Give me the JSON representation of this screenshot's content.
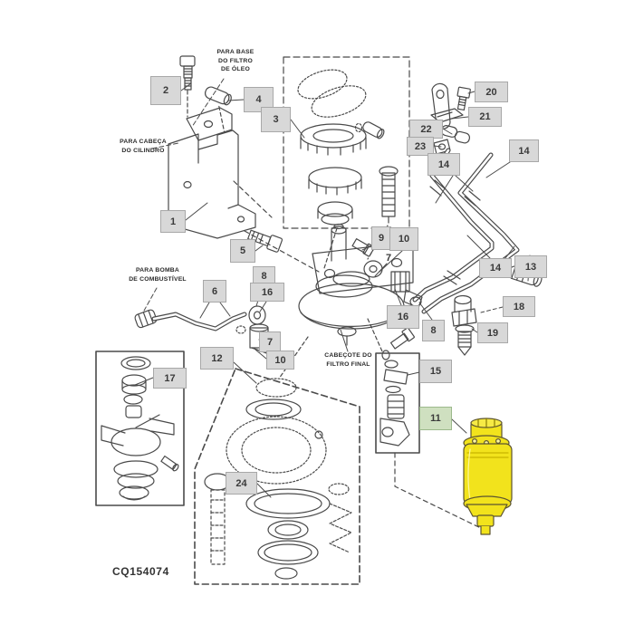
{
  "annotations": {
    "para_base_filtro_oleo": "PARA BASE\nDO FILTRO\nDE ÓLEO",
    "para_cabeca_cilindro": "PARA CABEÇA\nDO CILINDRO",
    "para_bomba_combustivel": "PARA BOMBA\nDE COMBUSTÍVEL",
    "cabecote_filtro_final": "CABEÇOTE DO\nFILTRO FINAL",
    "figure_code": "CQ154074"
  },
  "callouts": {
    "c1": "1",
    "c2": "2",
    "c3": "3",
    "c4": "4",
    "c5": "5",
    "c6": "6",
    "c7a": "7",
    "c7b": "7",
    "c8a": "8",
    "c8b": "8",
    "c9": "9",
    "c10a": "10",
    "c10b": "10",
    "c11": "11",
    "c12": "12",
    "c13": "13",
    "c14a": "14",
    "c14b": "14",
    "c14c": "14",
    "c15": "15",
    "c16a": "16",
    "c16b": "16",
    "c17": "17",
    "c18": "18",
    "c19": "19",
    "c20": "20",
    "c21": "21",
    "c22": "22",
    "c23": "23",
    "c24": "24"
  },
  "colors": {
    "callout_bg": "#d8d8d8",
    "callout_border": "#a8a8a8",
    "highlight_bg": "#cfe0c0",
    "highlight_border": "#9cb98c",
    "line_art": "#4a4a4a",
    "filter_yellow": "#f2e31c"
  }
}
